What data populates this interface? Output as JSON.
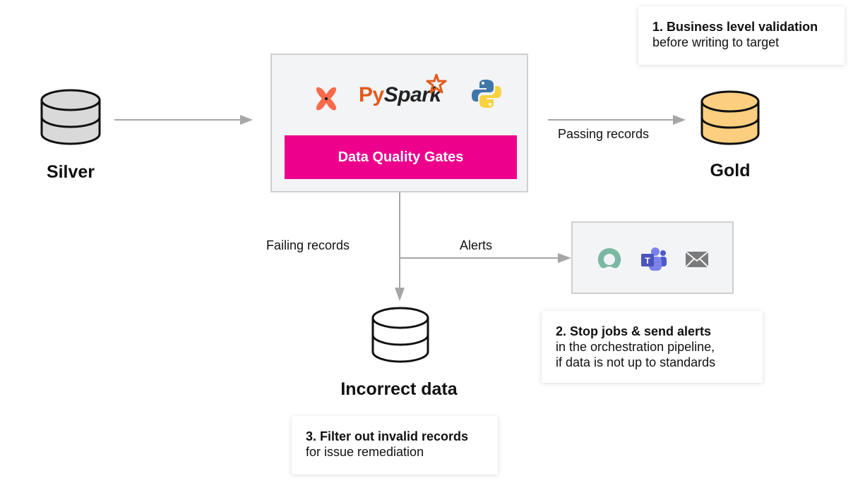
{
  "nodes": {
    "silver": {
      "label": "Silver",
      "fill": "#d9d9d9"
    },
    "gold": {
      "label": "Gold",
      "fill": "#fbcf7f"
    },
    "incorrect": {
      "label": "Incorrect data",
      "fill": "#ffffff"
    }
  },
  "gates": {
    "button_label": "Data Quality Gates",
    "button_color": "#ec008c",
    "logos": [
      "dqx-logo-icon",
      "pyspark-logo-icon",
      "python-logo-icon"
    ],
    "pyspark_text_py": "Py",
    "pyspark_text_spark": "Spark"
  },
  "edges": {
    "passing": "Passing records",
    "failing": "Failing records",
    "alerts": "Alerts"
  },
  "alert_channels": [
    "chat-ring-icon",
    "teams-icon",
    "email-icon"
  ],
  "notes": [
    {
      "title": "1. Business level validation",
      "lines": [
        "before writing to target"
      ]
    },
    {
      "title": "2. Stop jobs & send alerts",
      "lines": [
        "in the orchestration pipeline,",
        "if data is not up to standards"
      ]
    },
    {
      "title": "3. Filter out invalid records",
      "lines": [
        "for issue remediation"
      ]
    }
  ],
  "colors": {
    "arrow": "#a6a6a6",
    "box_bg": "#f3f4f6",
    "box_border": "#cfcfcf"
  }
}
